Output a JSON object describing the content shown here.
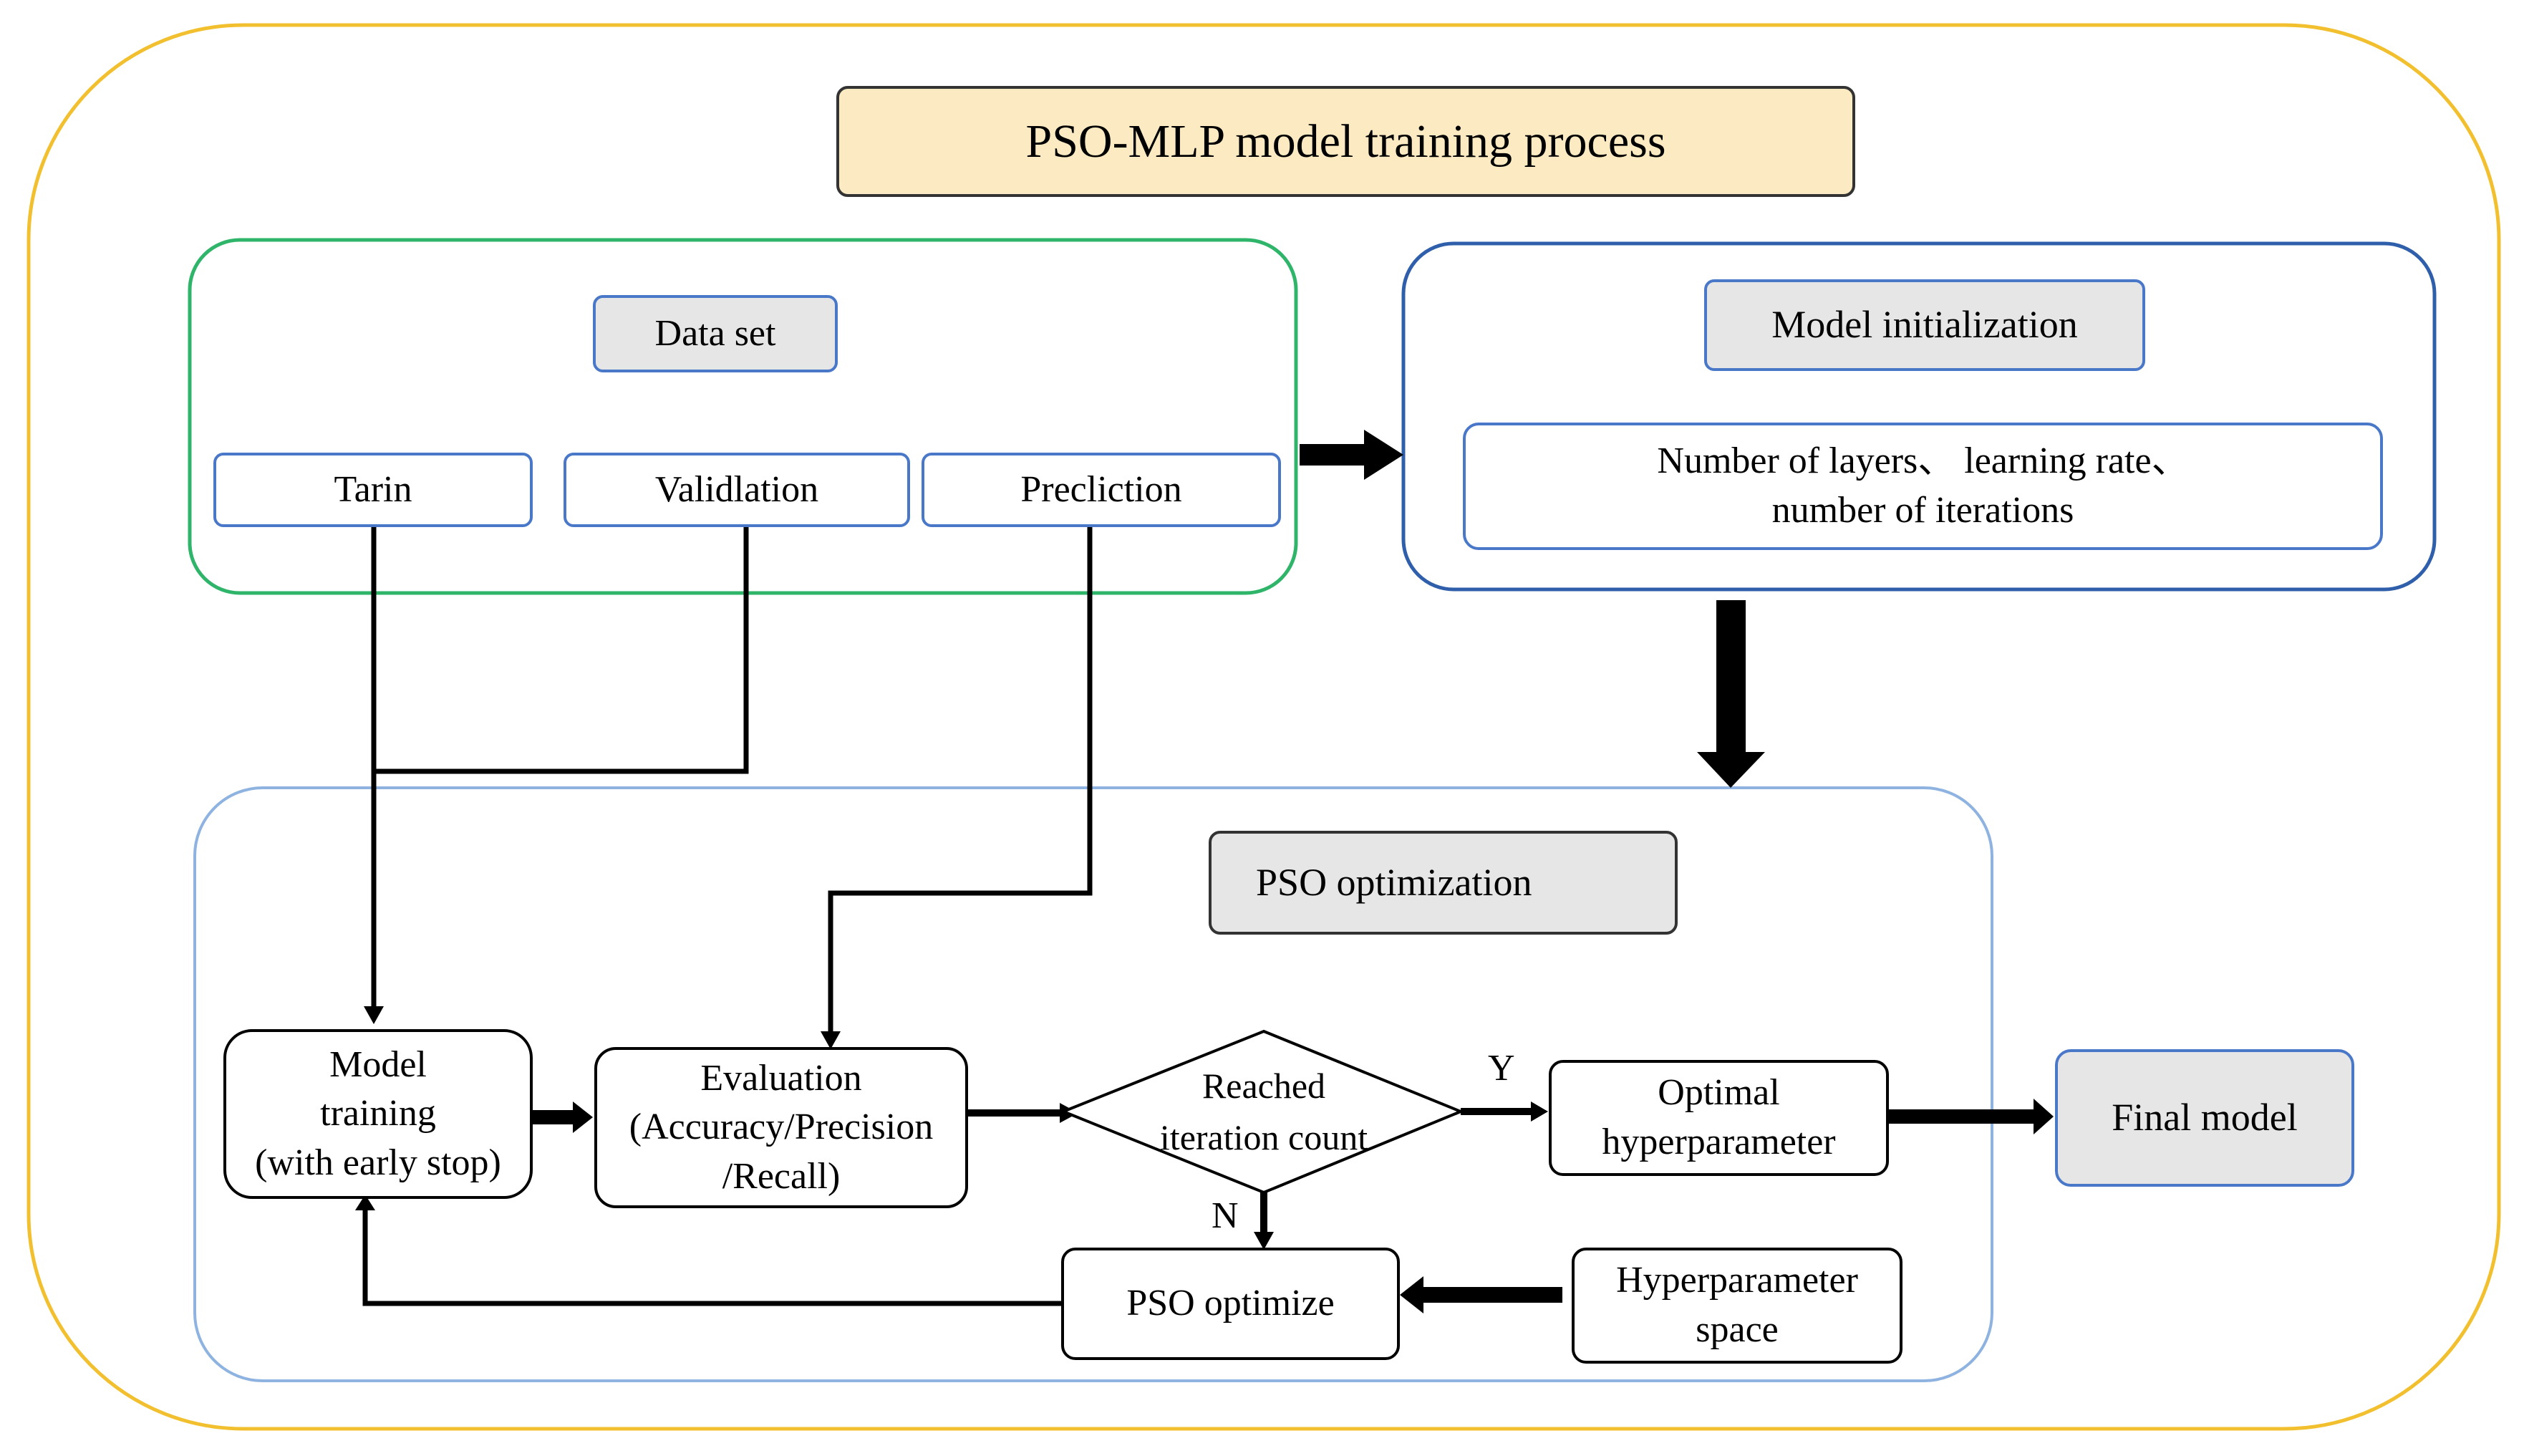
{
  "title": "PSO-MLP model training process",
  "data_set": {
    "heading": "Data set",
    "train": "Tarin",
    "validation": "Validlation",
    "prediction": "Precliction"
  },
  "model_init": {
    "heading": "Model initialization",
    "params_line1": "Number of layers、 learning rate、",
    "params_line2": "number of iterations"
  },
  "pso": {
    "heading": "PSO optimization",
    "model_training": [
      "Model",
      "training",
      "(with early stop)"
    ],
    "evaluation": [
      "Evaluation",
      "(Accuracy/Precision",
      "/Recall)"
    ],
    "decision": [
      "Reached",
      "iteration count"
    ],
    "yes": "Y",
    "no": "N",
    "optimal": [
      "Optimal",
      "hyperparameter"
    ],
    "pso_optimize": "PSO optimize",
    "hyper_space": [
      "Hyperparameter",
      "space"
    ]
  },
  "final_model": "Final model",
  "colors": {
    "outer_border": "#F2C02E",
    "title_fill": "#FCEBC2",
    "data_set_border": "#2FB56A",
    "model_init_border": "#2F5FAA",
    "pso_border": "#8EB3E0",
    "gray_fill": "#E6E6E6",
    "blue_box_border": "#4A78C8"
  }
}
